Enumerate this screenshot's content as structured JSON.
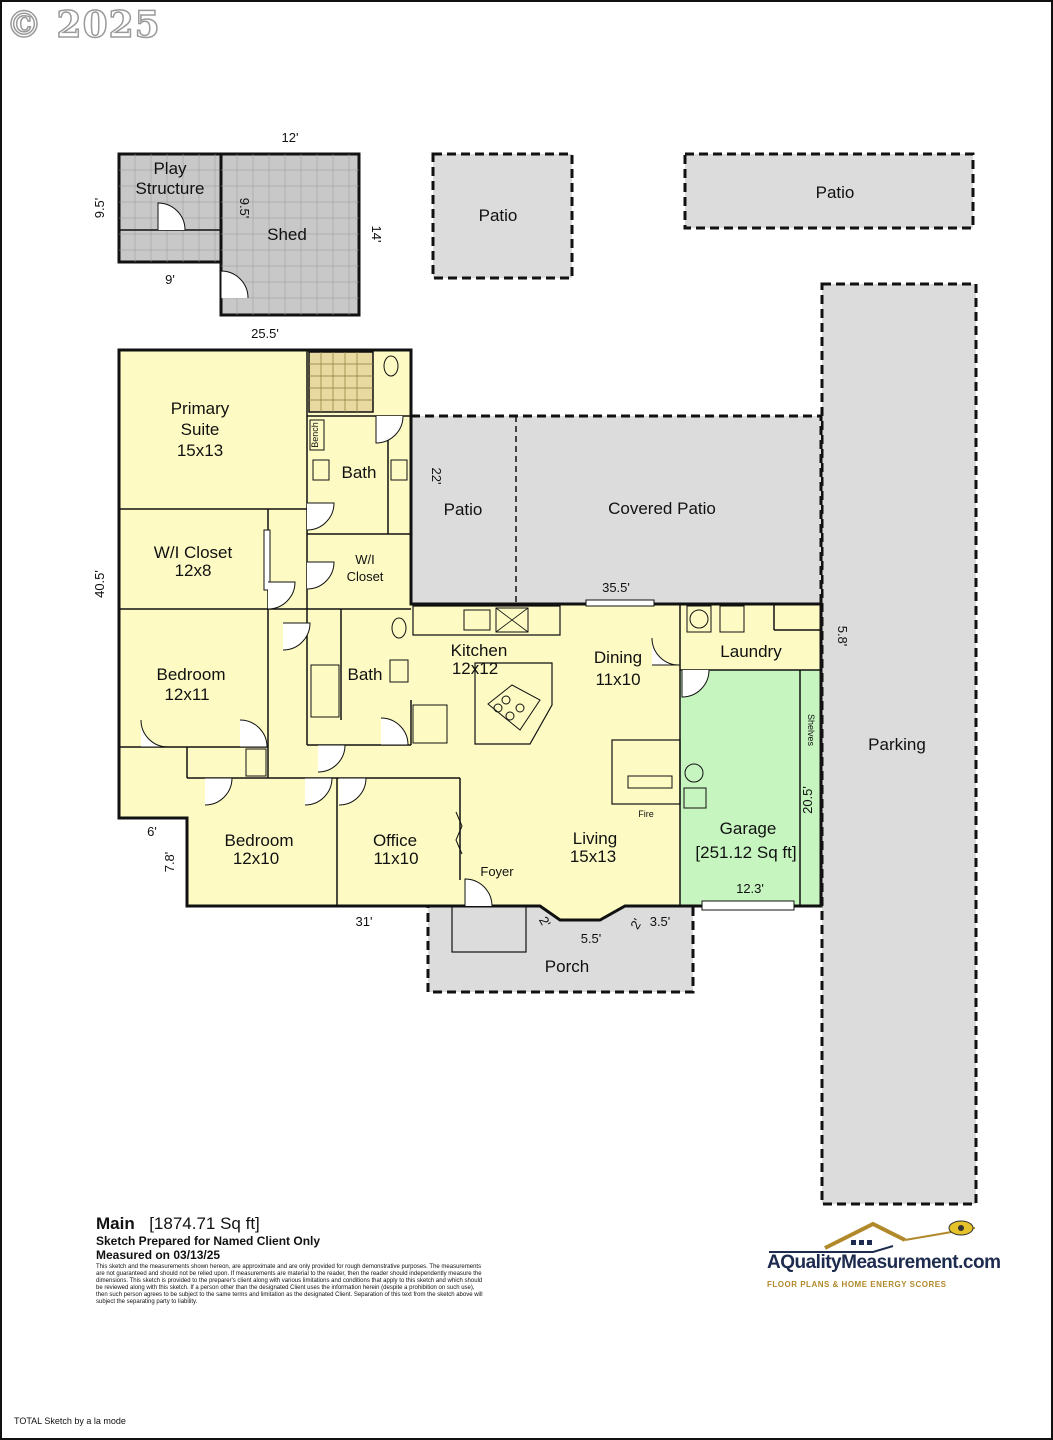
{
  "copyright": "© 2025",
  "rooms": {
    "play_structure": [
      "Play",
      "Structure"
    ],
    "shed": "Shed",
    "patio_top_left": "Patio",
    "patio_top_right": "Patio",
    "parking": "Parking",
    "primary_suite": [
      "Primary",
      "Suite",
      "15x13"
    ],
    "bath_primary": "Bath",
    "bench": "Bench",
    "patio_mid": "Patio",
    "covered_patio": "Covered Patio",
    "wi_closet_large": [
      "W/I Closet",
      "12x8"
    ],
    "wi_closet_small": [
      "W/I",
      "Closet"
    ],
    "kitchen": [
      "Kitchen",
      "12x12"
    ],
    "dining": [
      "Dining",
      "11x10"
    ],
    "laundry": "Laundry",
    "bedroom_1": [
      "Bedroom",
      "12x11"
    ],
    "bath_2": "Bath",
    "shelves": "Shelves",
    "fire": "Fire",
    "garage": [
      "Garage",
      "[251.12 Sq ft]"
    ],
    "bedroom_2": [
      "Bedroom",
      "12x10"
    ],
    "office": [
      "Office",
      "11x10"
    ],
    "living": [
      "Living",
      "15x13"
    ],
    "foyer": "Foyer",
    "porch": "Porch"
  },
  "dimensions": {
    "shed_width": "12'",
    "play_height": "9.5'",
    "shed_inner_height": "9.5'",
    "shed_height": "14'",
    "play_width": "9'",
    "house_top": "25.5'",
    "house_left": "40.5'",
    "patio_height": "22'",
    "covered_patio_width": "35.5'",
    "laundry_side": "5.8'",
    "garage_height": "20.5'",
    "garage_width": "12.3'",
    "notch_width": "6'",
    "notch_height": "7.8'",
    "house_bottom": "31'",
    "bay_side_left": "2'",
    "bay_width": "5.5'",
    "bay_side_right": "2'",
    "porch_side": "3.5'"
  },
  "footer": {
    "title": "Main",
    "area": "[1874.71 Sq ft]",
    "prepared": "Sketch Prepared for Named Client Only",
    "measured": "Measured on 03/13/25",
    "disclaimer": "This sketch and the measurements shown hereon, are approximate and are only provided for rough demonstrative purposes. The measurements are not guaranteed and should not be relied upon. If measurements are material to the reader, then the reader should independently measure the dimensions. This sketch is provided to the preparer's client along with various limitations and conditions that apply to this sketch and which should be reviewed along with this sketch. If a person other than the designated Client uses the information herein (despite a prohibition on such use), then such person agrees to be subject to the same terms and limitation as the designated Client. Separation of this text from the sketch above will subject the separating party to liability.",
    "credit": "TOTAL Sketch by a la mode"
  },
  "logo": {
    "brand": "AQualityMeasurement.com",
    "tagline": "FLOOR PLANS & HOME ENERGY SCORES"
  },
  "colors": {
    "living_area": "#fdfbc3",
    "garage": "#c6f5c0",
    "exterior": "#dcdcdc",
    "play_shed": "#c8c8c8",
    "brand": "#1d2b4f",
    "brand_accent": "#b08a2a"
  }
}
